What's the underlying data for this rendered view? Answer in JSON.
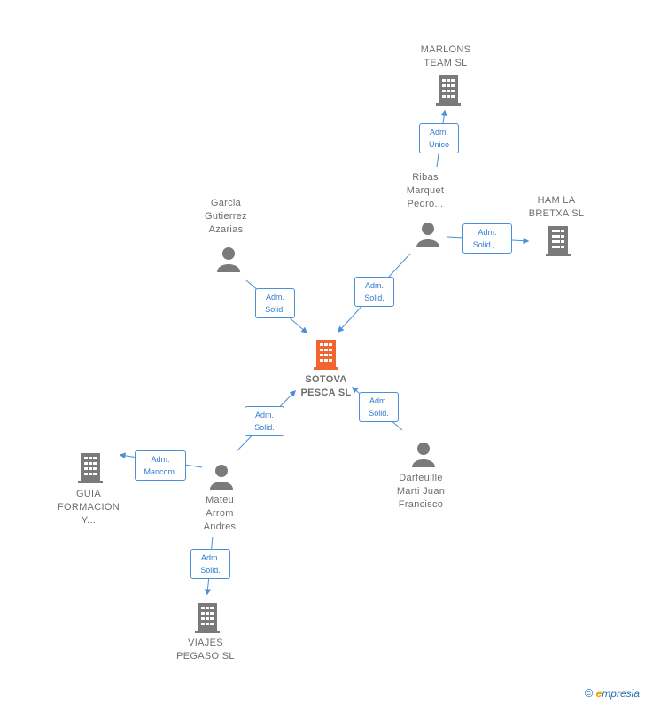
{
  "center": {
    "name_line1": "SOTOVA",
    "name_line2": "PESCA  SL"
  },
  "nodes": {
    "marlons": {
      "line1": "MARLONS",
      "line2": "TEAM  SL"
    },
    "ribas": {
      "line1": "Ribas",
      "line2": "Marquet",
      "line3": "Pedro..."
    },
    "ham": {
      "line1": "HAM LA",
      "line2": "BRETXA  SL"
    },
    "garcia": {
      "line1": "Garcia",
      "line2": "Gutierrez",
      "line3": "Azarias"
    },
    "darfeuille": {
      "line1": "Darfeuille",
      "line2": "Marti Juan",
      "line3": "Francisco"
    },
    "mateu": {
      "line1": "Mateu",
      "line2": "Arrom",
      "line3": "Andres"
    },
    "guia": {
      "line1": "GUIA",
      "line2": "FORMACION",
      "line3": "Y..."
    },
    "viajes": {
      "line1": "VIAJES",
      "line2": "PEGASO  SL"
    }
  },
  "badges": {
    "adm_unico": {
      "l1": "Adm.",
      "l2": "Unico"
    },
    "adm_solid_ham": {
      "l1": "Adm.",
      "l2": "Solid.,..."
    },
    "adm_solid_garcia": {
      "l1": "Adm.",
      "l2": "Solid."
    },
    "adm_solid_ribas": {
      "l1": "Adm.",
      "l2": "Solid."
    },
    "adm_solid_darf": {
      "l1": "Adm.",
      "l2": "Solid."
    },
    "adm_solid_mateu": {
      "l1": "Adm.",
      "l2": "Solid."
    },
    "adm_mancom": {
      "l1": "Adm.",
      "l2": "Mancom."
    },
    "adm_solid_viajes": {
      "l1": "Adm.",
      "l2": "Solid."
    }
  },
  "footer": {
    "copyright": "©",
    "brand_e": "e",
    "brand_rest": "mpresia"
  },
  "colors": {
    "center": "#f26430",
    "node": "#7a7a7a",
    "link": "#4a8fd8"
  }
}
